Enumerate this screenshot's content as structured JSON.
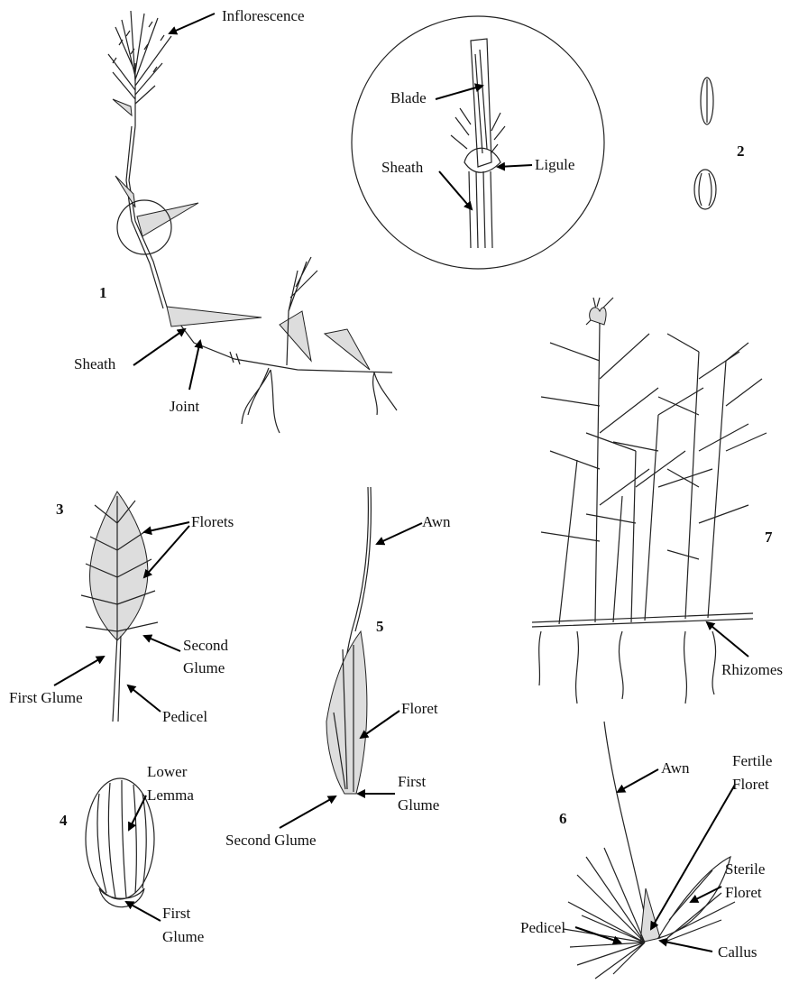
{
  "figures": {
    "fig1": {
      "number": "1",
      "labels": {
        "inflorescence": "Inflorescence",
        "sheath": "Sheath",
        "joint": "Joint"
      }
    },
    "inset": {
      "labels": {
        "blade": "Blade",
        "sheath": "Sheath",
        "ligule": "Ligule"
      }
    },
    "fig2": {
      "number": "2"
    },
    "fig3": {
      "number": "3",
      "labels": {
        "florets": "Florets",
        "second_glume_1": "Second",
        "second_glume_2": "Glume",
        "first_glume": "First Glume",
        "pedicel": "Pedicel"
      }
    },
    "fig4": {
      "number": "4",
      "labels": {
        "lower_lemma_1": "Lower",
        "lower_lemma_2": "Lemma",
        "first_glume_1": "First",
        "first_glume_2": "Glume"
      }
    },
    "fig5": {
      "number": "5",
      "labels": {
        "awn": "Awn",
        "floret": "Floret",
        "first_glume_1": "First",
        "first_glume_2": "Glume",
        "second_glume": "Second Glume"
      }
    },
    "fig6": {
      "number": "6",
      "labels": {
        "awn": "Awn",
        "fertile_floret_1": "Fertile",
        "fertile_floret_2": "Floret",
        "sterile_floret_1": "Sterile",
        "sterile_floret_2": "Floret",
        "pedicel": "Pedicel",
        "callus": "Callus"
      }
    },
    "fig7": {
      "number": "7",
      "labels": {
        "rhizomes": "Rhizomes"
      }
    }
  }
}
